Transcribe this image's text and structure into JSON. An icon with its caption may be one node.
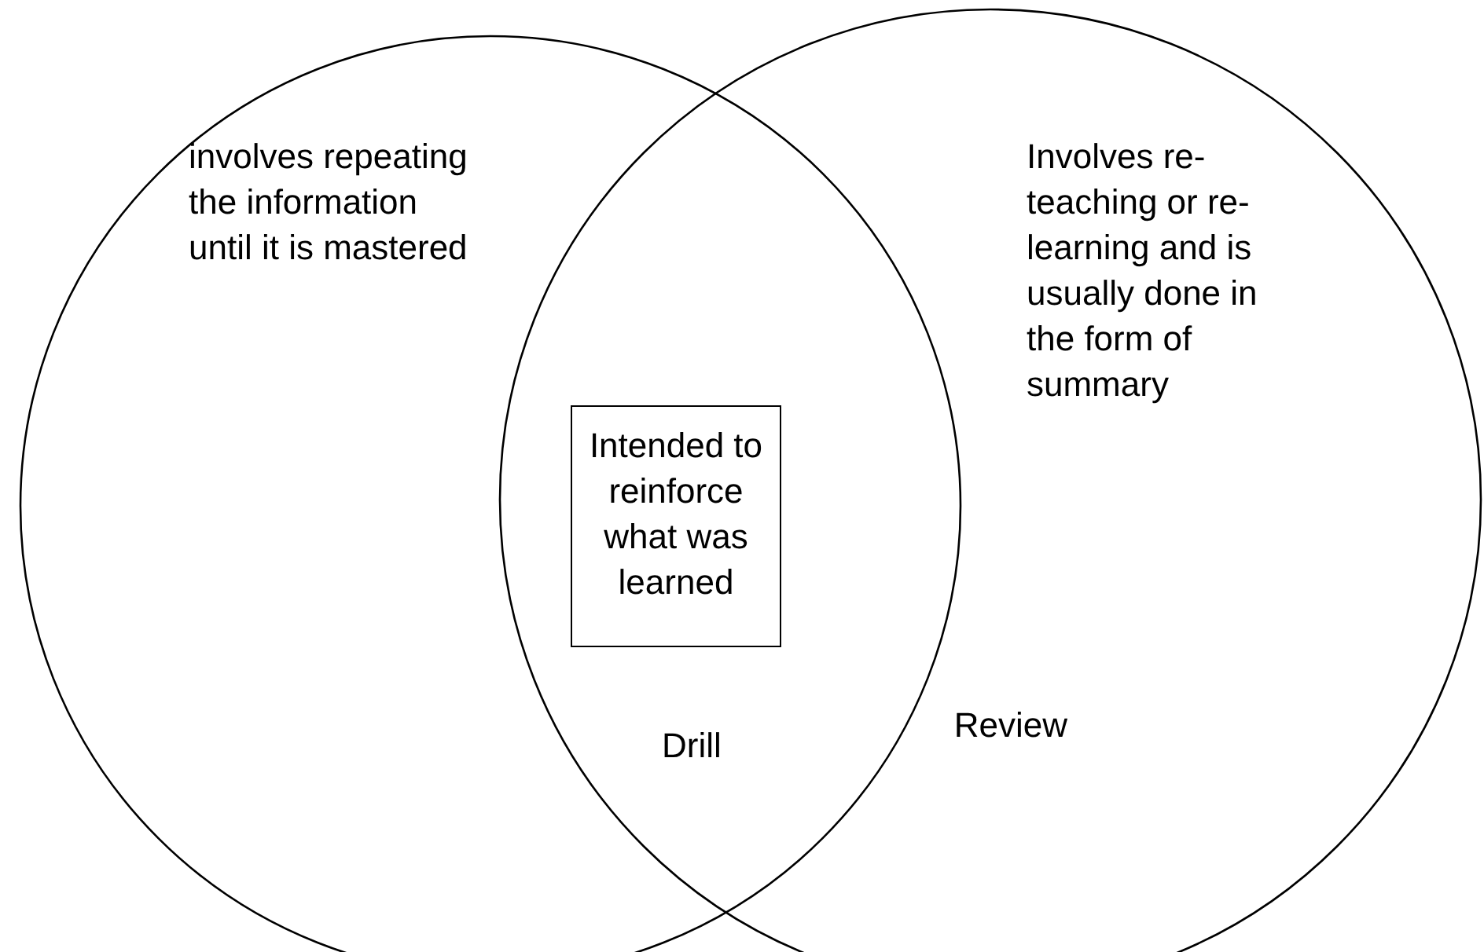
{
  "diagram": {
    "nodes": [
      {
        "text": [
          "involves repeating the information until it is mastered",
          "Drill"
        ]
      },
      {
        "text": [
          "Involves re-teaching or re-learning and is usually done in the form of summary",
          "Review"
        ]
      },
      {
        "text": [
          "Intended to reinforce what was learned"
        ]
      }
    ],
    "edges": []
  }
}
